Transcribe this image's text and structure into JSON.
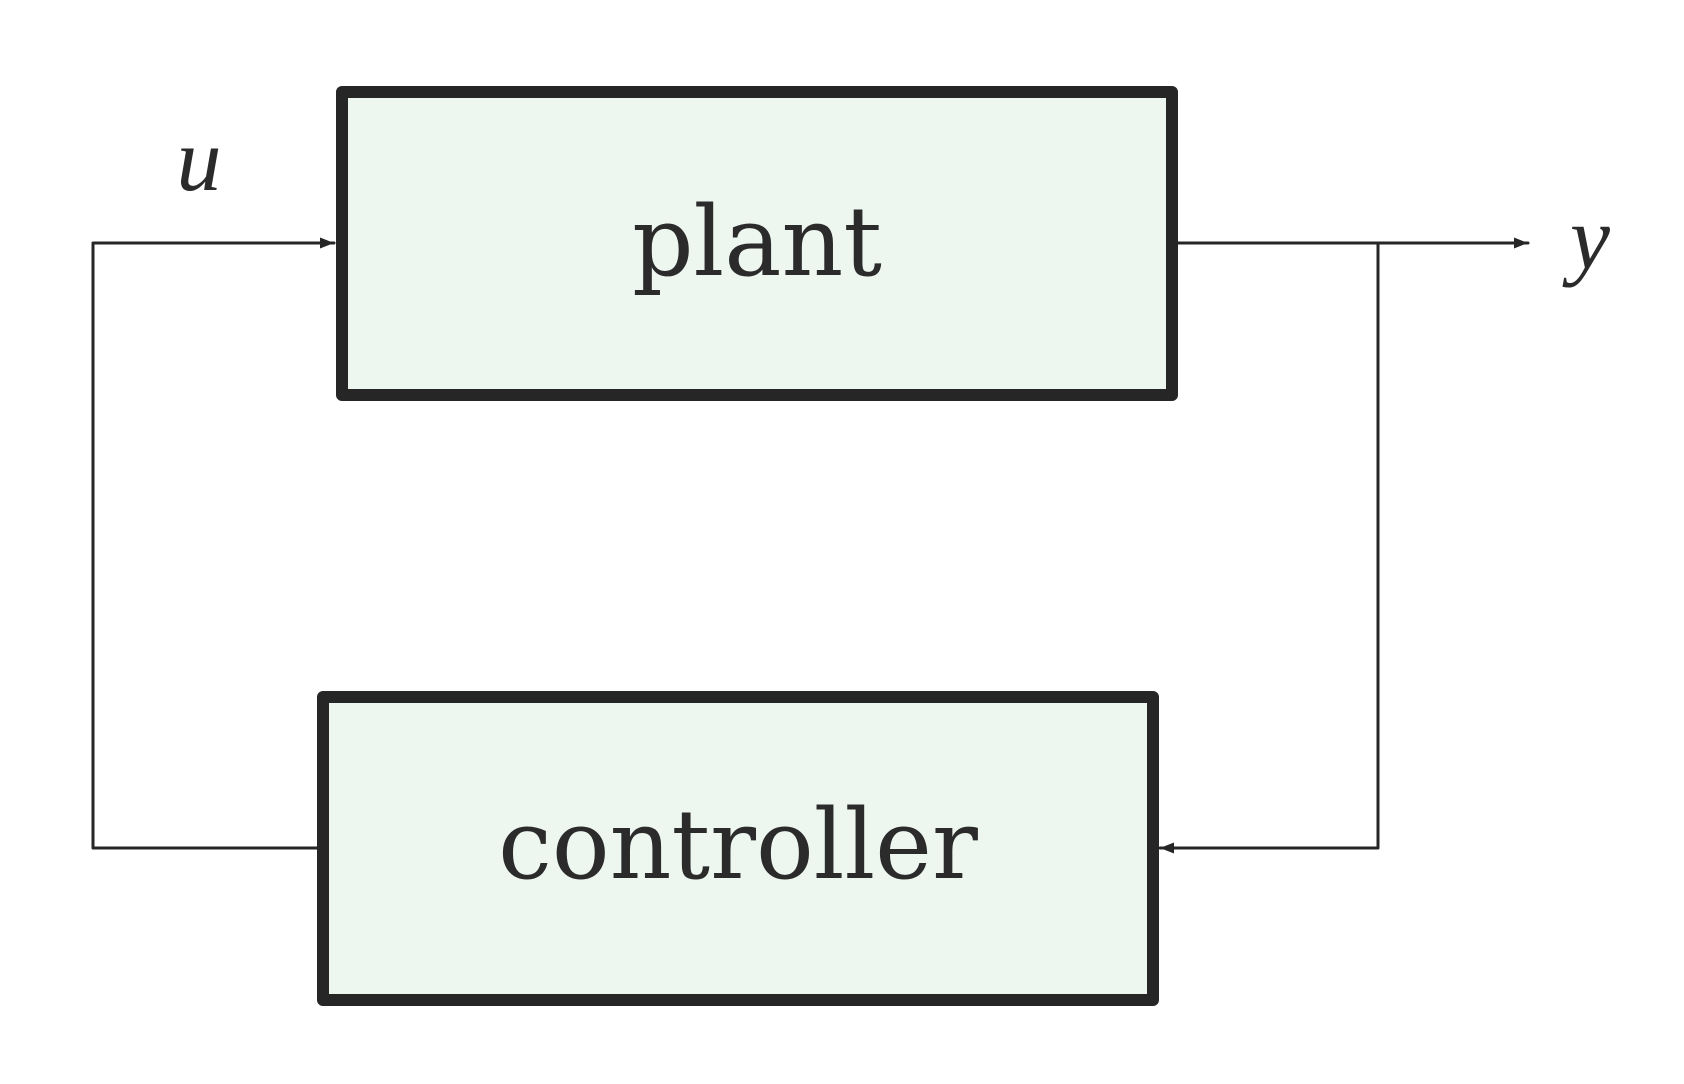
{
  "blocks": {
    "plant": "plant",
    "controller": "controller"
  },
  "signals": {
    "input": "u",
    "output": "y"
  },
  "colors": {
    "block_fill": "#edf7f0",
    "stroke": "#262626",
    "text": "#2b2b2b"
  }
}
